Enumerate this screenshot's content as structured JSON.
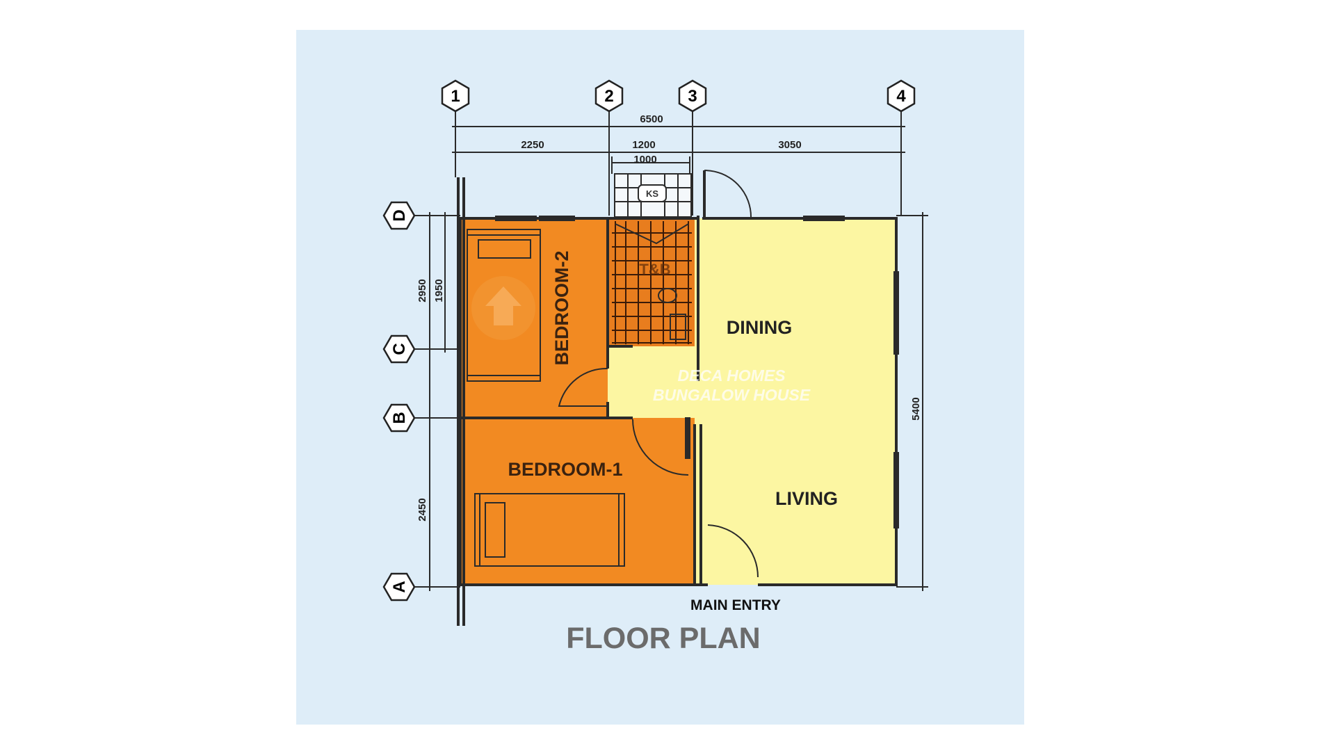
{
  "title": "FLOOR PLAN",
  "entry_label": "MAIN ENTRY",
  "watermark": [
    "DECA HOMES",
    "BUNGALOW HOUSE"
  ],
  "rooms": {
    "dining": "DINING",
    "living": "LIVING",
    "bedroom1": "BEDROOM-1",
    "bedroom2": "BEDROOM-2",
    "tb": "T&B",
    "ks": "KS"
  },
  "grid_columns": [
    "1",
    "2",
    "3",
    "4"
  ],
  "grid_rows": [
    "D",
    "C",
    "B",
    "A"
  ],
  "dimensions": {
    "overall_width": "6500",
    "col_1_2": "2250",
    "col_2_3": "1200",
    "ks_width": "1000",
    "col_3_4": "3050",
    "row_d_b": "2950",
    "row_d_c": "1950",
    "row_b_a": "2450",
    "overall_depth": "5400"
  },
  "colors": {
    "panel": "#deedf8",
    "bedroom": "#f28a22",
    "living": "#fcf6a2",
    "wall": "#2a2a2a",
    "title": "#6b6b6b"
  }
}
